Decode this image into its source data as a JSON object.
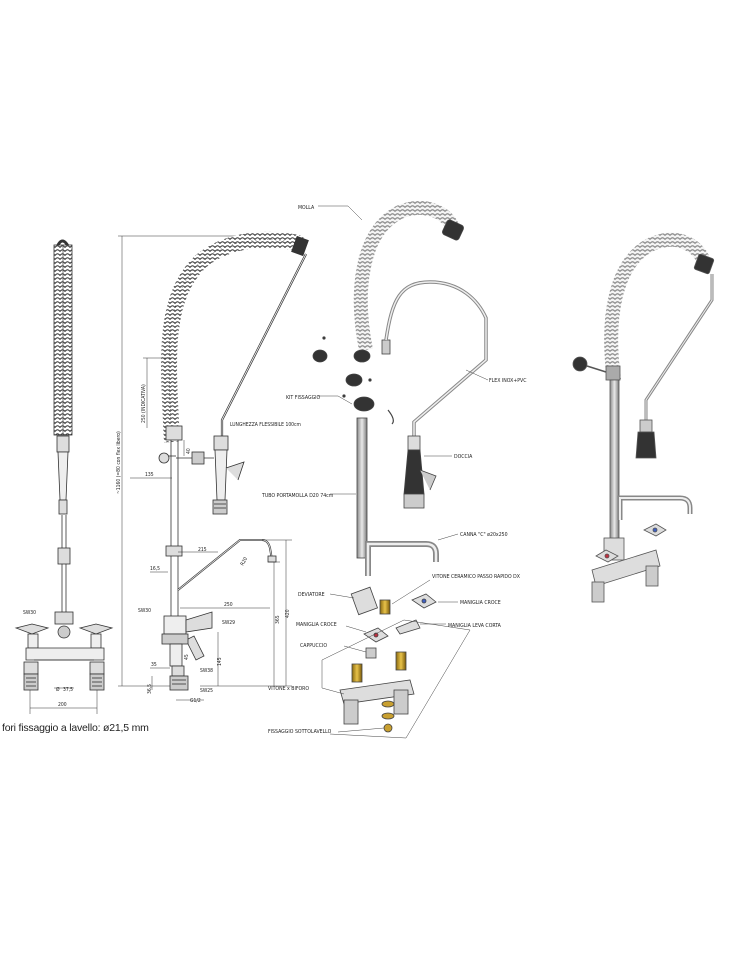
{
  "dimensions": {
    "total_height": "~1160 (=80 con flex libero)",
    "spring_length": "250 (INDICATIVA)",
    "d135": "135",
    "d215": "215",
    "d165": "16,5",
    "dRD": "R20",
    "d250": "250",
    "d420": "420",
    "d365": "365",
    "d145": "145",
    "d35": "35",
    "d365b": "36,5",
    "d375": "37,5",
    "d200": "200",
    "d40": "40",
    "d45": "45",
    "sw30a": "SW30",
    "sw30b": "SW30",
    "sw29": "SW29",
    "sw38": "SW38",
    "sw25": "SW25",
    "g12": "G1/2",
    "diam_sym": "Ø",
    "flex_len": "LUNGHEZZA FLESSIBILE 100cm"
  },
  "parts": {
    "molla": "MOLLA",
    "kit": "KIT FISSAGGIO",
    "flex": "FLEX INOX+PVC",
    "doccia": "DOCCIA",
    "tubo": "TUBO PORTAMOLLA D20 74cm",
    "canna": "CANNA \"C\" ø20x250",
    "vitone_ceramico": "VITONE CERAMICO PASSO RAPIDO DX",
    "deviatore": "DEVIATORE",
    "maniglia_croce_r": "MANIGLIA CROCE",
    "maniglia_croce_l": "MANIGLIA CROCE",
    "maniglia_leva": "MANIGLIA LEVA CORTA",
    "cappuccio": "CAPPUCCIO",
    "vitone_biforo": "VITONE x BIFORO",
    "fissaggio": "FISSAGGIO SOTTOLAVELLO"
  },
  "footer_note": "fori fissaggio a lavello: ø21,5 mm"
}
